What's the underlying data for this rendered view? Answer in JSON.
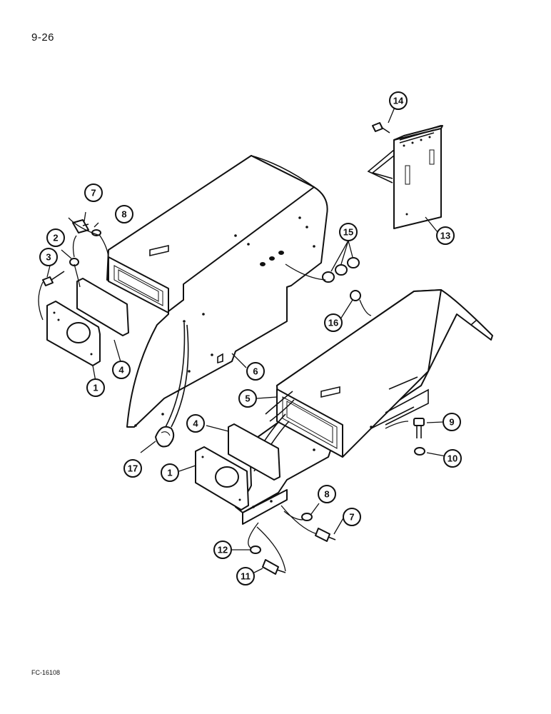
{
  "page": {
    "number": "9-26",
    "figure_code": "FC-16108"
  },
  "callouts": [
    {
      "id": "c1a",
      "label": "1"
    },
    {
      "id": "c2",
      "label": "2"
    },
    {
      "id": "c3",
      "label": "3"
    },
    {
      "id": "c4a",
      "label": "4"
    },
    {
      "id": "c7a",
      "label": "7"
    },
    {
      "id": "c8a",
      "label": "8"
    },
    {
      "id": "c6",
      "label": "6"
    },
    {
      "id": "c14",
      "label": "14"
    },
    {
      "id": "c13",
      "label": "13"
    },
    {
      "id": "c15",
      "label": "15"
    },
    {
      "id": "c16",
      "label": "16"
    },
    {
      "id": "c5",
      "label": "5"
    },
    {
      "id": "c9",
      "label": "9"
    },
    {
      "id": "c10",
      "label": "10"
    },
    {
      "id": "c4b",
      "label": "4"
    },
    {
      "id": "c17",
      "label": "17"
    },
    {
      "id": "c1b",
      "label": "1"
    },
    {
      "id": "c8b",
      "label": "8"
    },
    {
      "id": "c7b",
      "label": "7"
    },
    {
      "id": "c12",
      "label": "12"
    },
    {
      "id": "c11",
      "label": "11"
    }
  ]
}
